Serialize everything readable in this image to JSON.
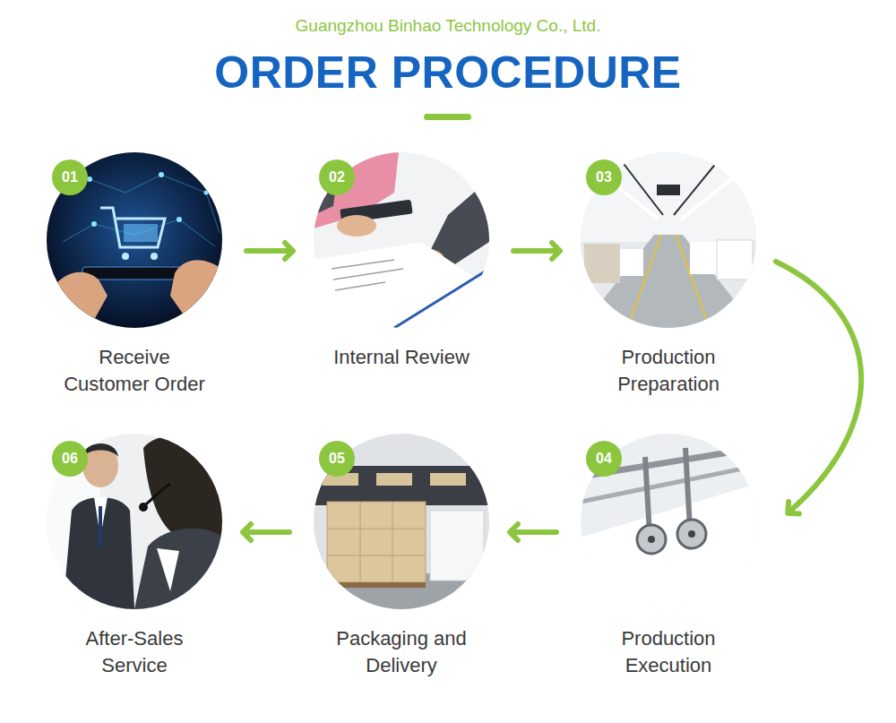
{
  "diagram": {
    "title": "ORDER PROCEDURE",
    "nodes": [
      {
        "text": [
          "01",
          "Receive Customer Order"
        ]
      },
      {
        "text": [
          "02",
          "Internal Review"
        ]
      },
      {
        "text": [
          "03",
          "Production Preparation"
        ]
      },
      {
        "text": [
          "04",
          "Production Execution"
        ]
      },
      {
        "text": [
          "05",
          "Packaging and Delivery"
        ]
      },
      {
        "text": [
          "06",
          "After-Sales Service"
        ]
      }
    ],
    "edges": [
      {
        "from": 0,
        "to": 1,
        "arrow": "to"
      },
      {
        "from": 1,
        "to": 2,
        "arrow": "to"
      },
      {
        "from": 2,
        "to": 3,
        "arrow": "to"
      },
      {
        "from": 3,
        "to": 4,
        "arrow": "to"
      },
      {
        "from": 4,
        "to": 5,
        "arrow": "to"
      }
    ],
    "labels": [
      "Guangzhou Binhao Technology Co., Ltd."
    ]
  }
}
